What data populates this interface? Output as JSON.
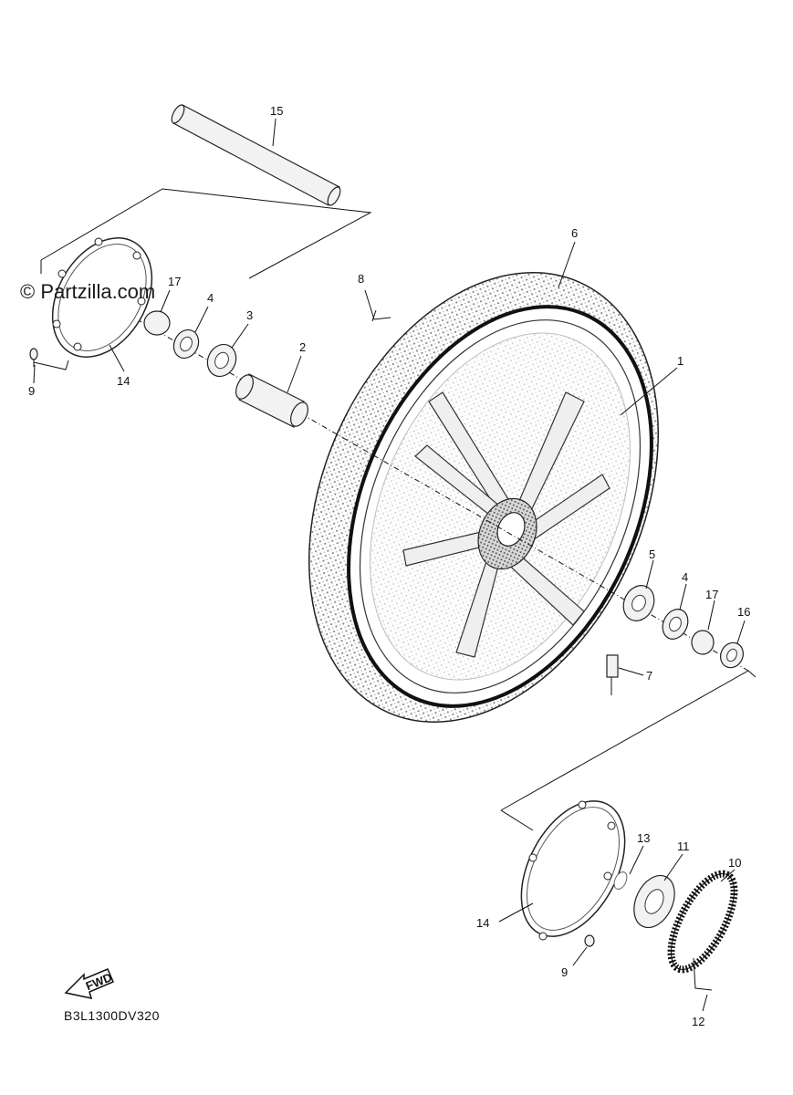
{
  "watermark": "© Partzilla.com",
  "diagram_code": "B3L1300DV320",
  "fwd_label": "FWD",
  "callouts": {
    "c15": "15",
    "c6": "6",
    "c8": "8",
    "c1": "1",
    "c17a": "17",
    "c4a": "4",
    "c3": "3",
    "c2": "2",
    "c14a": "14",
    "c9a": "9",
    "c5": "5",
    "c4b": "4",
    "c17b": "17",
    "c16": "16",
    "c7": "7",
    "c13": "13",
    "c11": "11",
    "c10": "10",
    "c14b": "14",
    "c9b": "9",
    "c12": "12"
  }
}
